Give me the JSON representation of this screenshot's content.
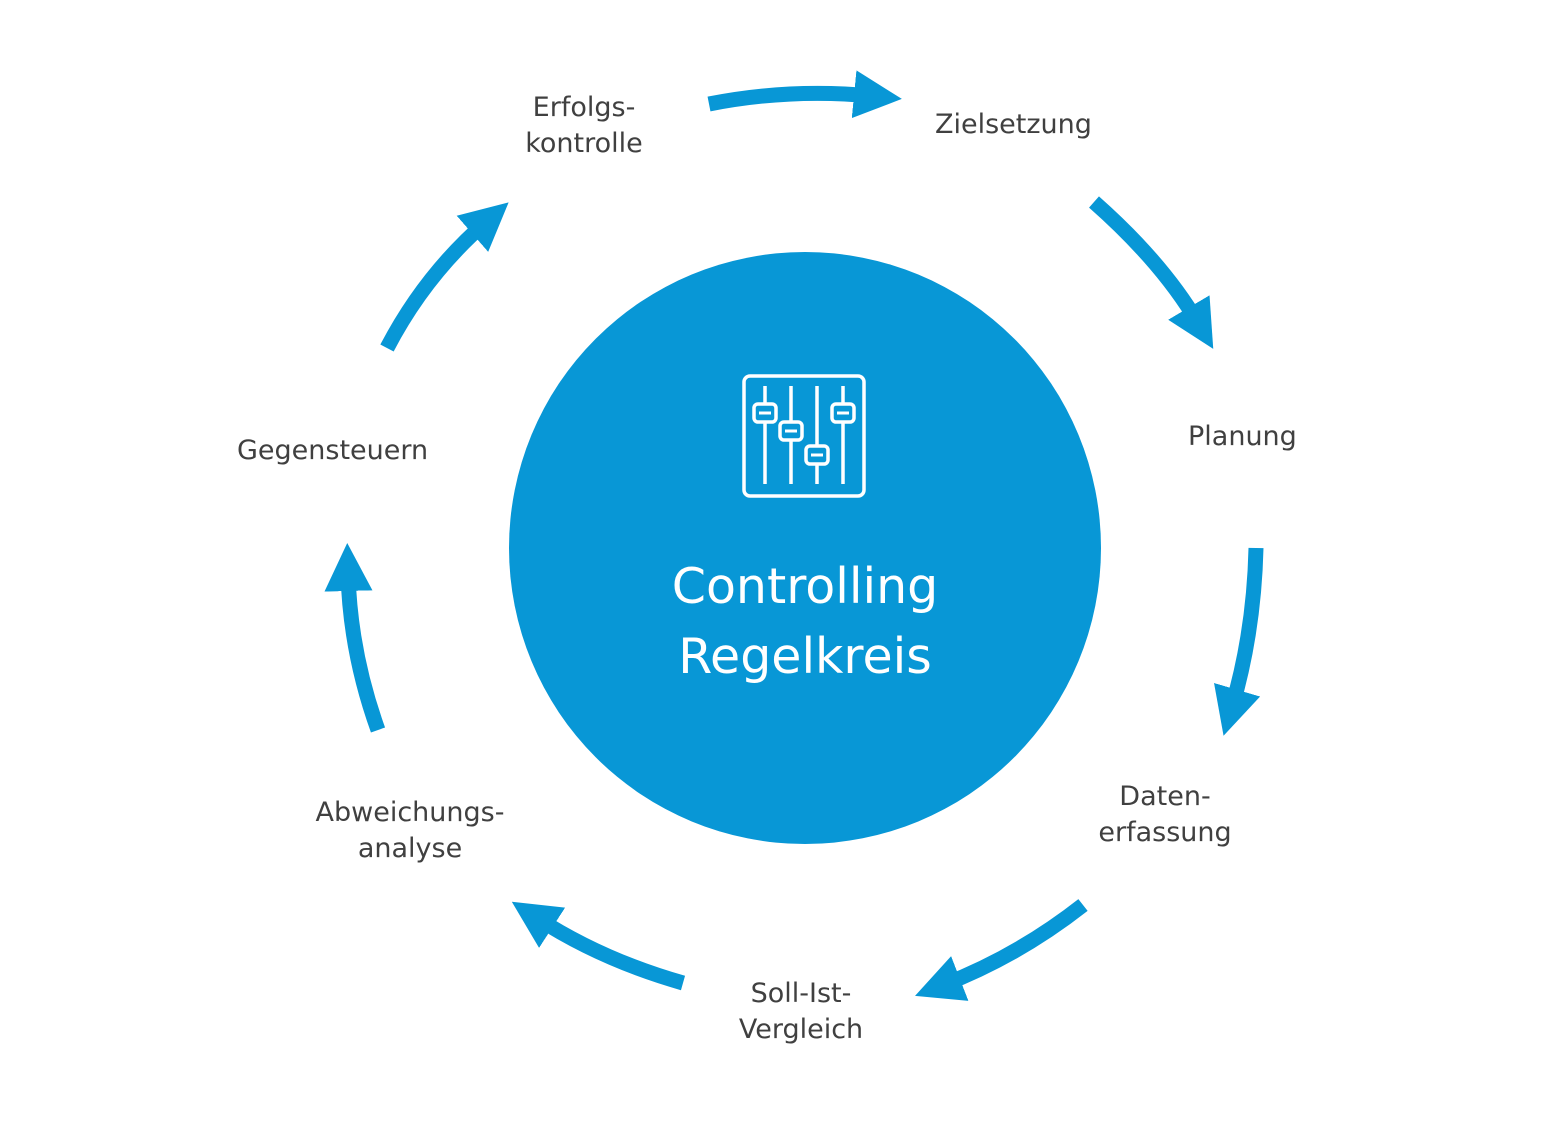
{
  "diagram": {
    "title": [
      "Controlling",
      "Regelkreis"
    ],
    "center_icon": "sliders-icon",
    "colors": {
      "accent": "#0897d6",
      "text": "#404040",
      "background": "#ffffff"
    },
    "steps": [
      {
        "lines": [
          "Zielsetzung"
        ]
      },
      {
        "lines": [
          "Planung"
        ]
      },
      {
        "lines": [
          "Daten-",
          "erfassung"
        ]
      },
      {
        "lines": [
          "Soll-Ist-",
          "Vergleich"
        ]
      },
      {
        "lines": [
          "Abweichungs-",
          "analyse"
        ]
      },
      {
        "lines": [
          "Gegensteuern"
        ]
      },
      {
        "lines": [
          "Erfolgs-",
          "kontrolle"
        ]
      }
    ]
  }
}
